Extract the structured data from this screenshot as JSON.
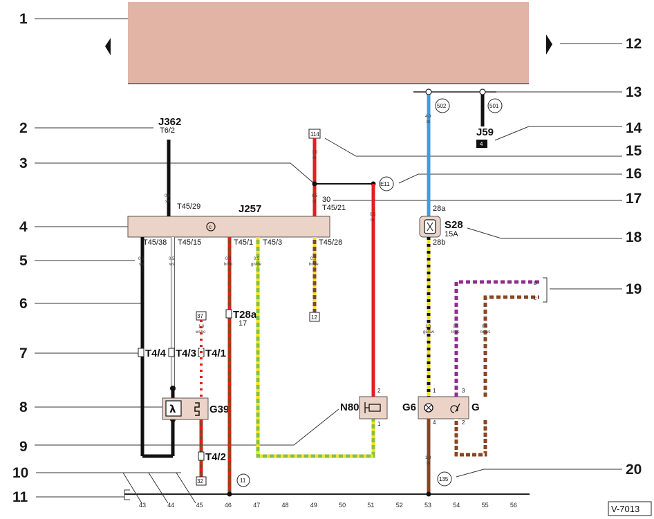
{
  "callouts": {
    "c1": "1",
    "c2": "2",
    "c3": "3",
    "c4": "4",
    "c5": "5",
    "c6": "6",
    "c7": "7",
    "c8": "8",
    "c9": "9",
    "c10": "10",
    "c11": "11",
    "c12": "12",
    "c13": "13",
    "c14": "14",
    "c15": "15",
    "c16": "16",
    "c17": "17",
    "c18": "18",
    "c19": "19",
    "c20": "20"
  },
  "components": {
    "j362": "J362",
    "j362_pin": "T6/2",
    "j257": "J257",
    "j59": "J59",
    "j59_box": "4",
    "s28": "S28",
    "s28_amp": "15A",
    "s28_in": "28a",
    "s28_out": "28b",
    "g39": "G39",
    "n80": "N80",
    "g6": "G6",
    "g": "G",
    "lambda_symbol": "λ"
  },
  "connectors": {
    "t45_29": "T45/29",
    "t45_21": "T45/21",
    "t45_38": "T45/38",
    "t45_15": "T45/15",
    "t45_1": "T45/1",
    "t45_3": "T45/3",
    "t45_28": "T45/28",
    "t28a": "T28a/",
    "t28a_pin": "17",
    "t4_4": "T4/4",
    "t4_3": "T4/3",
    "t4_1": "T4/1",
    "t4_2": "T4/2",
    "term30": "30"
  },
  "boxes": {
    "b114": "114",
    "b12": "12",
    "b37": "37",
    "b32": "32"
  },
  "circles": {
    "e11": "E11",
    "c502": "502",
    "c501": "501",
    "c11": "11",
    "c135": "135"
  },
  "bracket_letters": {
    "b": "b",
    "c": "c"
  },
  "pins": {
    "n80_2": "2",
    "n80_1": "1",
    "g6_1": "1",
    "g6_4": "4",
    "g_3": "3",
    "g_2": "2"
  },
  "wire_labels": {
    "w05": "0.5",
    "w10": "1.0",
    "w40": "4.0",
    "sw": "sw",
    "ws": "ws",
    "ro": "ro",
    "br_ro": "br/ro",
    "gn_ge": "gn/ge",
    "br_ge": "br/ge",
    "ge_sw": "ge/sw",
    "li_ws": "li/ws",
    "br_ws": "br/ws",
    "bl": "bl",
    "br": "br",
    "ws_ro": "ws/ro",
    "br_sw": "br/sw"
  },
  "track_numbers": [
    "43",
    "44",
    "45",
    "46",
    "47",
    "48",
    "49",
    "50",
    "51",
    "52",
    "53",
    "54",
    "55",
    "56"
  ],
  "figure_id": "V-7013",
  "colors": {
    "header_fill": "#e2b4a6",
    "component_fill": "#ecd3c7",
    "wire_black": "#111111",
    "wire_white": "#f4f4f4",
    "wire_red": "#e02020",
    "wire_blue": "#3f9ce0",
    "wire_brown": "#8a4520",
    "wire_green": "#88c040",
    "wire_yellow": "#f2e41c",
    "wire_violet": "#8e2e8c"
  }
}
